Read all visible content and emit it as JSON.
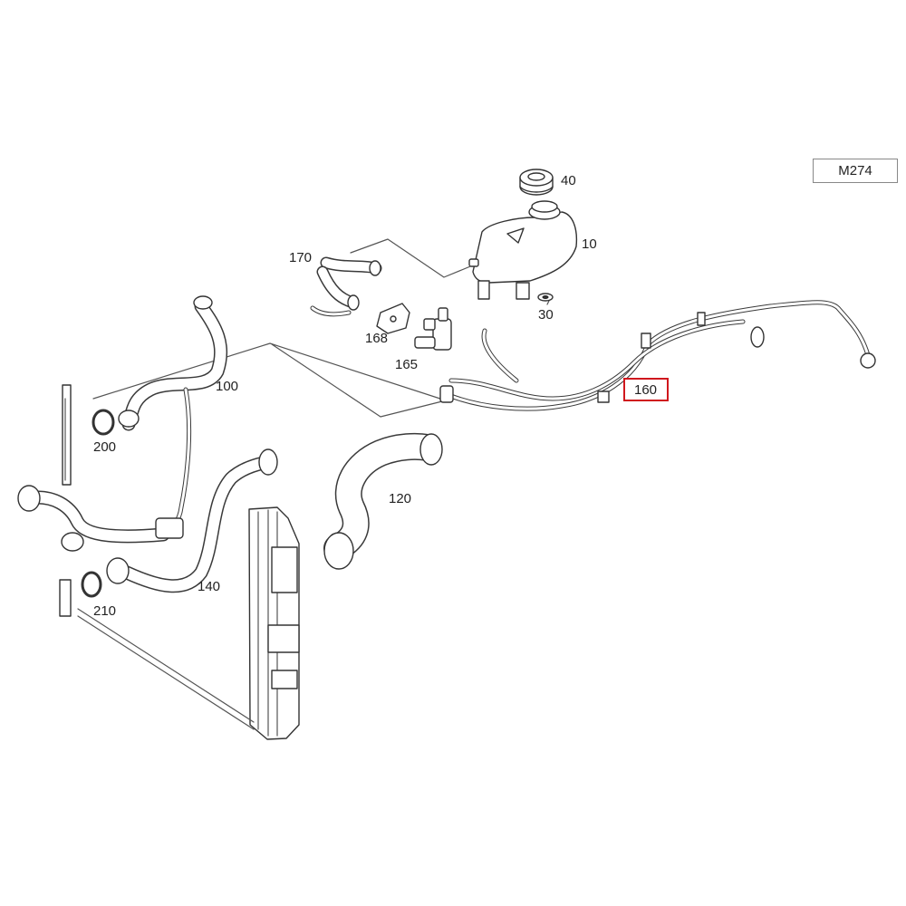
{
  "diagram": {
    "engine_code": "M274",
    "parts": [
      {
        "id": "p10",
        "label": "10"
      },
      {
        "id": "p30",
        "label": "30"
      },
      {
        "id": "p40",
        "label": "40"
      },
      {
        "id": "p100",
        "label": "100"
      },
      {
        "id": "p120",
        "label": "120"
      },
      {
        "id": "p140",
        "label": "140"
      },
      {
        "id": "p160",
        "label": "160",
        "highlighted": true
      },
      {
        "id": "p165",
        "label": "165"
      },
      {
        "id": "p168",
        "label": "168"
      },
      {
        "id": "p170",
        "label": "170"
      },
      {
        "id": "p200",
        "label": "200"
      },
      {
        "id": "p210",
        "label": "210"
      }
    ],
    "highlight_color": "#d0171d"
  }
}
